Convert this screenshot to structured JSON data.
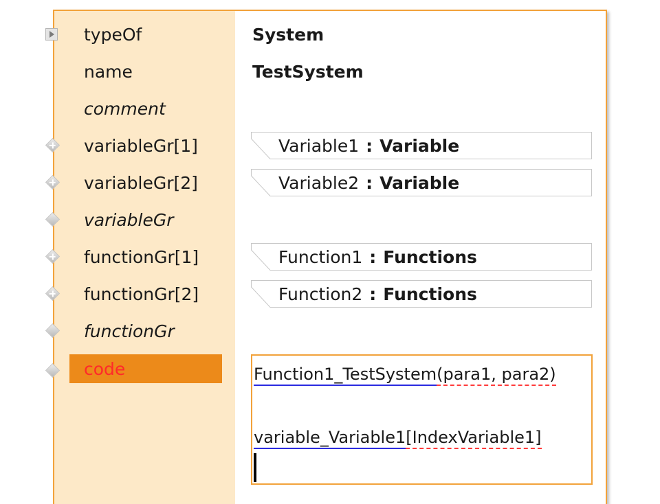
{
  "properties": [
    {
      "label": "typeOf",
      "value": "System",
      "marker": "expander",
      "italic": false
    },
    {
      "label": "name",
      "value": "TestSystem",
      "marker": "none",
      "italic": false
    },
    {
      "label": "comment",
      "value": "",
      "marker": "none",
      "italic": true
    },
    {
      "label": "variableGr[1]",
      "ref_name": "Variable1",
      "ref_sep": ":",
      "ref_type": "Variable",
      "marker": "diamond-add",
      "italic": false
    },
    {
      "label": "variableGr[2]",
      "ref_name": "Variable2",
      "ref_sep": ":",
      "ref_type": "Variable",
      "marker": "diamond-add",
      "italic": false
    },
    {
      "label": "variableGr",
      "marker": "diamond",
      "italic": true
    },
    {
      "label": "functionGr[1]",
      "ref_name": "Function1",
      "ref_sep": ":",
      "ref_type": "Functions",
      "marker": "diamond-add",
      "italic": false
    },
    {
      "label": "functionGr[2]",
      "ref_name": "Function2",
      "ref_sep": ":",
      "ref_type": "Functions",
      "marker": "diamond-add",
      "italic": false
    },
    {
      "label": "functionGr",
      "marker": "diamond",
      "italic": true
    },
    {
      "label": "code",
      "marker": "diamond",
      "italic": false,
      "selected": true
    }
  ],
  "code": {
    "line1_ref": "Function1_TestSystem",
    "line1_args": "(para1, para2)",
    "line2_ref": "variable_Variable1",
    "line2_args": "[IndexVariable1]"
  },
  "colors": {
    "panel_border": "#f2a23a",
    "left_column_bg": "#fde9c8",
    "selected_bg": "#ec8a1a",
    "selected_text": "#ff2a2a",
    "ref_underline": "#2a2ae0",
    "error_underline": "#ff3a3a"
  }
}
